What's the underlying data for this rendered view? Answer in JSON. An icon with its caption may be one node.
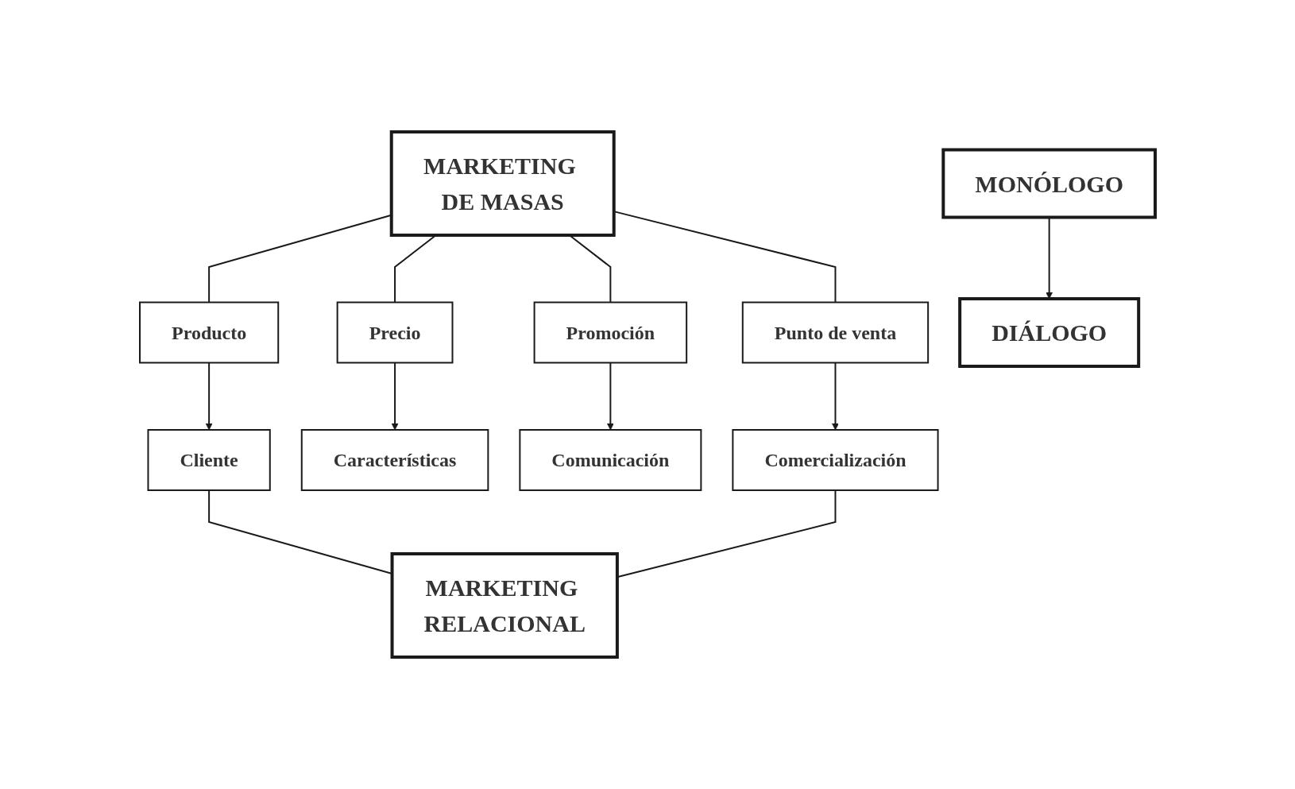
{
  "diagram": {
    "nodes": [
      {
        "text": [
          "MARKETING DE MASAS"
        ]
      },
      {
        "text": [
          "MONÓLOGO"
        ]
      },
      {
        "text": [
          "Producto"
        ]
      },
      {
        "text": [
          "Precio"
        ]
      },
      {
        "text": [
          "Promoción"
        ]
      },
      {
        "text": [
          "Punto de venta"
        ]
      },
      {
        "text": [
          "Cliente"
        ]
      },
      {
        "text": [
          "Características"
        ]
      },
      {
        "text": [
          "Comunicación"
        ]
      },
      {
        "text": [
          "Comercialización"
        ]
      },
      {
        "text": [
          "MARKETING RELACIONAL"
        ]
      },
      {
        "text": [
          "DIÁLOGO"
        ]
      }
    ],
    "edges": [
      {
        "from": 0,
        "to": 2,
        "arrow": "none"
      },
      {
        "from": 0,
        "to": 3,
        "arrow": "none"
      },
      {
        "from": 0,
        "to": 4,
        "arrow": "none"
      },
      {
        "from": 0,
        "to": 5,
        "arrow": "none"
      },
      {
        "from": 2,
        "to": 6,
        "arrow": "to"
      },
      {
        "from": 3,
        "to": 7,
        "arrow": "to"
      },
      {
        "from": 4,
        "to": 8,
        "arrow": "to"
      },
      {
        "from": 5,
        "to": 9,
        "arrow": "to"
      },
      {
        "from": 6,
        "to": 10,
        "arrow": "none"
      },
      {
        "from": 9,
        "to": 10,
        "arrow": "none"
      },
      {
        "from": 1,
        "to": 11,
        "arrow": "to"
      }
    ]
  }
}
